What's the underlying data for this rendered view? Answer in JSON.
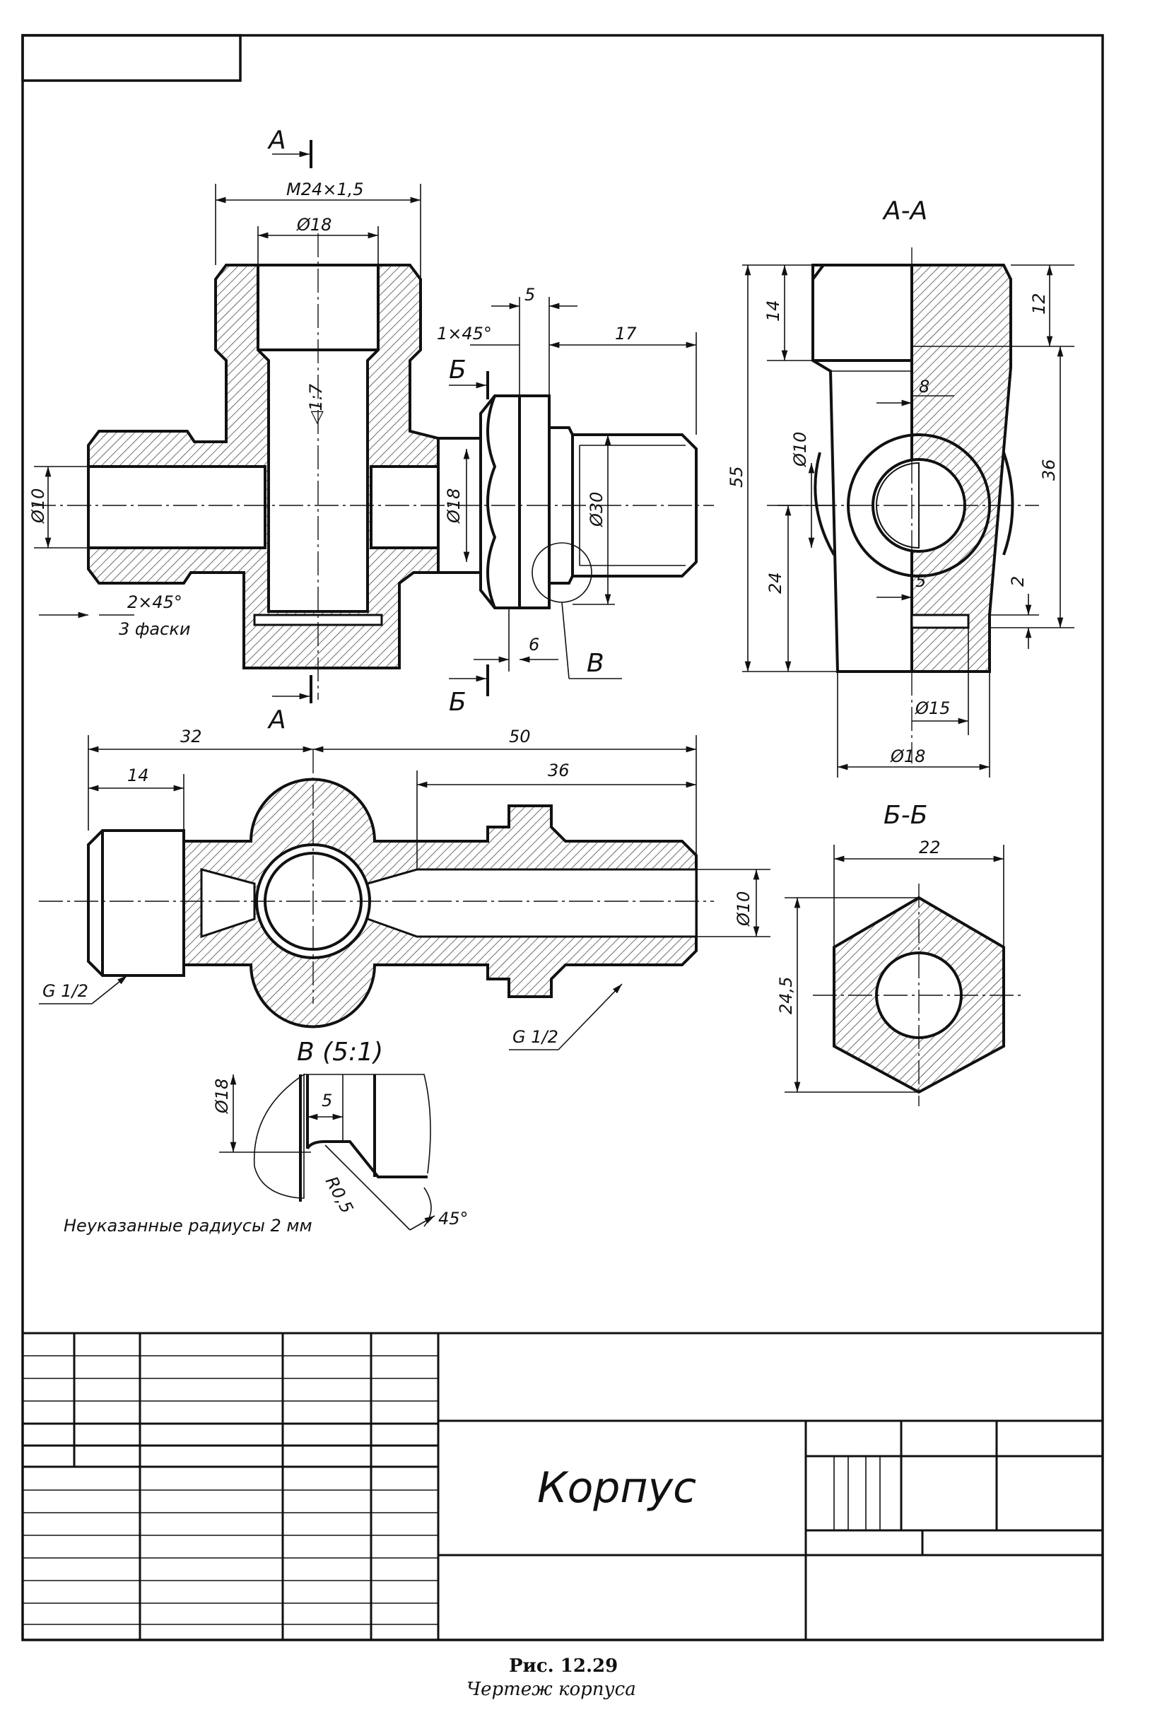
{
  "sheet": {
    "part_name": "Корпус",
    "note": "Неуказанные радиусы 2 мм"
  },
  "caption": {
    "number": "Рис. 12.29",
    "text": "Чертеж корпуса"
  },
  "views": {
    "main_view": {
      "section_marks": {
        "a_top": "А",
        "a_bottom": "А",
        "b_top": "Б",
        "b_bottom": "Б",
        "detail": "В"
      },
      "dimensions": {
        "thread_top": "M24×1,5",
        "bore_top": "Ø18",
        "taper": "◁1:7",
        "bore_left": "Ø10",
        "chamfer": "2×45°",
        "chamfer_note": "3 фаски",
        "bore_mid": "Ø18",
        "dia_thread_right": "Ø30",
        "width_5": "5",
        "chamfer_right": "1×45°",
        "len_17": "17",
        "len_6": "6"
      }
    },
    "section_a": {
      "title": "А-А",
      "dimensions": {
        "d14": "14",
        "d55": "55",
        "d24": "24",
        "d12": "12",
        "d36": "36",
        "d8": "8",
        "dia10": "Ø10",
        "d5": "5",
        "d2": "2",
        "dia15": "Ø15",
        "dia18": "Ø18"
      }
    },
    "top_view": {
      "dimensions": {
        "d32": "32",
        "d50": "50",
        "d14": "14",
        "d36": "36",
        "dia10": "Ø10",
        "thread_left": "G 1/2",
        "thread_right": "G 1/2"
      }
    },
    "section_b": {
      "title": "Б-Б",
      "dimensions": {
        "d22": "22",
        "d24_5": "24,5"
      }
    },
    "detail_v": {
      "title": "В (5:1)",
      "dimensions": {
        "dia18": "Ø18",
        "d5": "5",
        "r05": "R0,5",
        "angle": "45°"
      }
    }
  }
}
